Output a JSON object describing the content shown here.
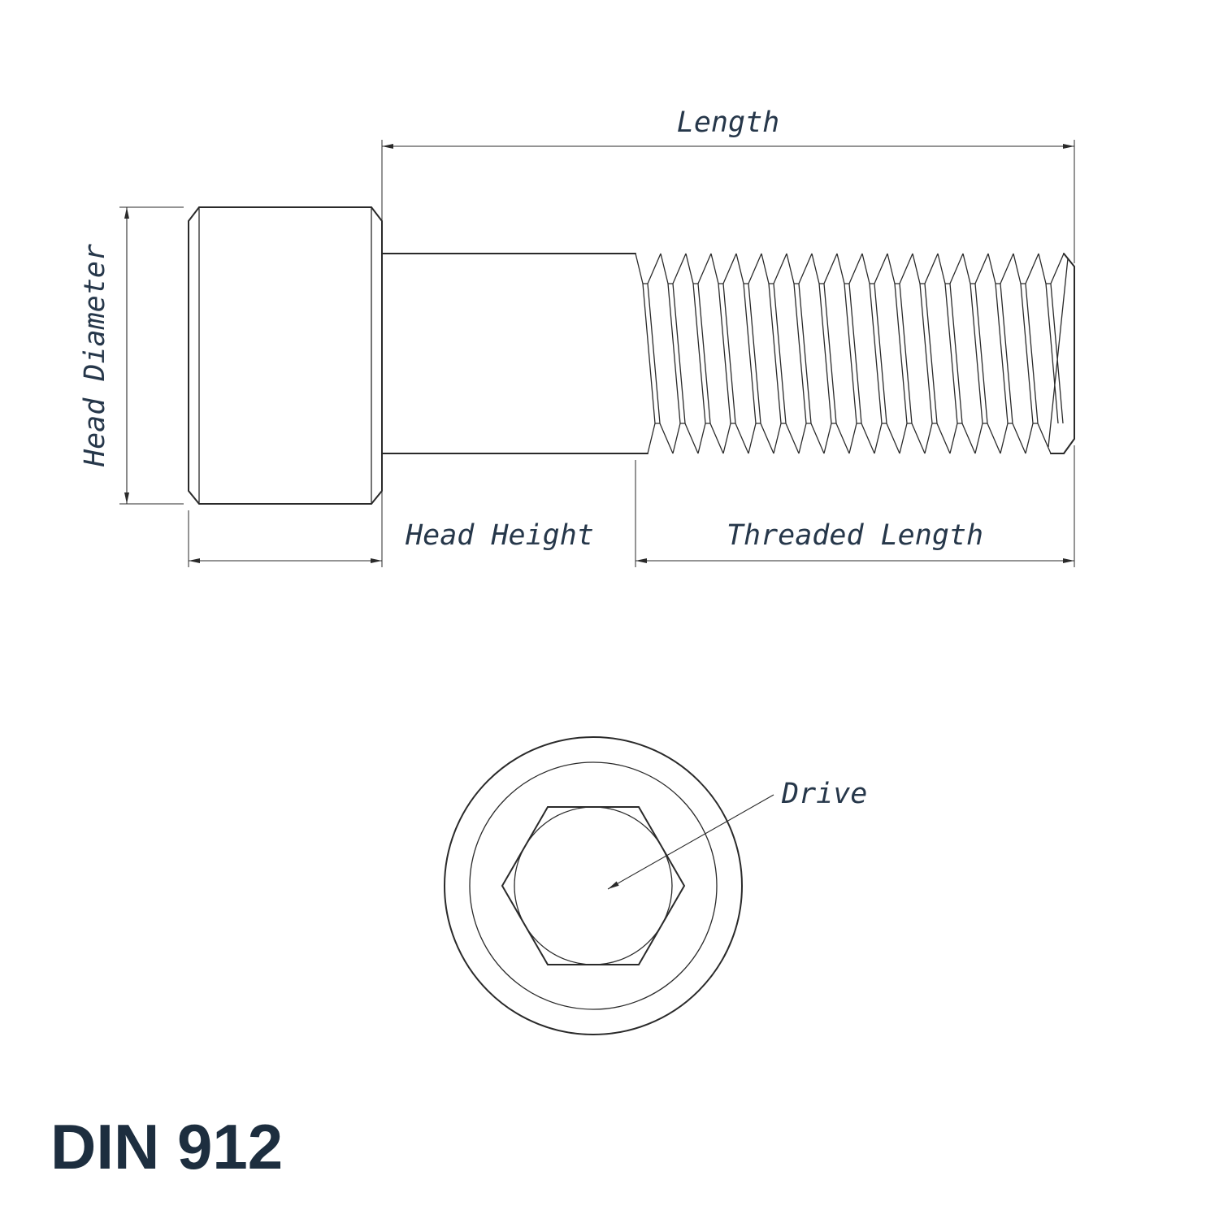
{
  "title": "DIN 912",
  "labels": {
    "length": "Length",
    "head_diameter": "Head Diameter",
    "head_height": "Head Height",
    "threaded_length": "Threaded Length",
    "drive": "Drive"
  },
  "drawing": {
    "type": "technical-drawing",
    "subject": "socket head cap screw",
    "views": [
      "side view with dimensions",
      "end view of head with hex socket"
    ]
  },
  "colors": {
    "line": "#2a2a2a",
    "label": "#26374a",
    "title": "#1d2e3f",
    "background": "#ffffff"
  }
}
